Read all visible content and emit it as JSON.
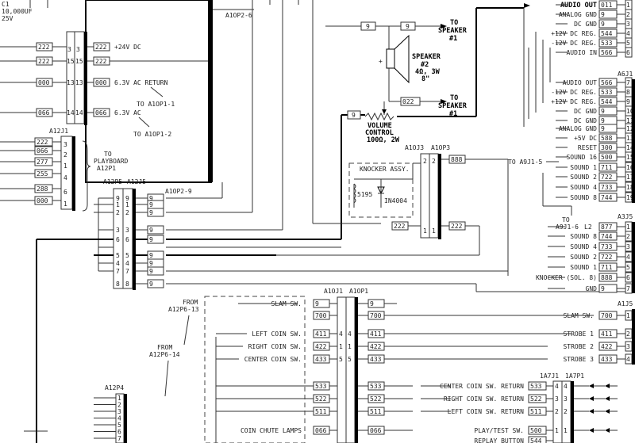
{
  "top_left": {
    "c1": "C1",
    "cap": "10,000UF",
    "volt": "25V"
  },
  "power": {
    "rows": [
      {
        "left": "222",
        "pins": [
          "3",
          "3"
        ],
        "right": "222",
        "label": "+24V DC"
      },
      {
        "left": "222",
        "pins": [
          "15",
          "15"
        ],
        "right": "222",
        "label": ""
      },
      {
        "left": "000",
        "pins": [
          "13",
          "13"
        ],
        "right": "000",
        "label": "6.3V AC RETURN"
      },
      {
        "left": "066",
        "pins": [
          "14",
          "14"
        ],
        "right": "066",
        "label": "6.3V AC"
      }
    ],
    "to_a1op1_1": "TO A1OP1-1",
    "to_a1op1_2": "TO A1OP1-2",
    "a1op2_6": "A1OP2-6"
  },
  "a12j1": {
    "title": "A12J1",
    "rows": [
      {
        "wire": "222",
        "pin": "3"
      },
      {
        "wire": "066",
        "pin": "2"
      },
      {
        "wire": "277",
        "pin": "1"
      },
      {
        "wire": "255",
        "pin": "4"
      },
      {
        "wire": "288",
        "pin": "6"
      },
      {
        "wire": "000",
        "pin": "1"
      }
    ],
    "to_playboard_1": "TO",
    "to_playboard_2": "PLAYBOARD",
    "to_playboard_3": "A12P1"
  },
  "a12p5": {
    "title_l": "A12P5",
    "title_r": "A12J5",
    "rows": [
      {
        "l": "9",
        "r": "9",
        "wire": "9",
        "bold": false
      },
      {
        "l": "1",
        "r": "1",
        "wire": "9",
        "bold": false
      },
      {
        "l": "2",
        "r": "2",
        "wire": "9",
        "bold": false
      },
      {
        "l": "3",
        "r": "3",
        "wire": "9",
        "bold": false
      },
      {
        "l": "6",
        "r": "6",
        "wire": "9",
        "bold": true
      },
      {
        "l": "5",
        "r": "5",
        "wire": "9",
        "bold": true
      },
      {
        "l": "4",
        "r": "4",
        "wire": "9",
        "bold": false
      },
      {
        "l": "7",
        "r": "7",
        "wire": "9",
        "bold": false
      },
      {
        "l": "8",
        "r": "8",
        "wire": "9",
        "bold": false
      }
    ],
    "a1op2_9": "A1OP2-9"
  },
  "speaker": {
    "wire_a": "9",
    "wire_b": "9",
    "wire_c": "022",
    "to_speaker_1a": "TO",
    "to_speaker_1b": "SPEAKER",
    "to_speaker_1c": "#1",
    "to_speaker_2a": "TO",
    "to_speaker_2b": "SPEAKER",
    "to_speaker_2c": "#1",
    "spk_name": "SPEAKER",
    "spk_num": "#2",
    "spk_spec": "4Ω, 3W",
    "spk_size": "8\"",
    "vol_wire": "9",
    "vol_1": "VOLUME",
    "vol_2": "CONTROL",
    "vol_3": "100Ω, 2W"
  },
  "knocker": {
    "conn_l": "A1OJ3",
    "conn_r": "A1OP3",
    "title": "KNOCKER ASSY.",
    "coil": "5195",
    "diode": "IN4004",
    "wire_top": "888",
    "wire_bot_l": "222",
    "wire_bot_r": "222",
    "pins_top": [
      "2",
      "2"
    ],
    "pins_bot": [
      "1",
      "1"
    ]
  },
  "a6j1": {
    "title": "A6J1",
    "top": [
      {
        "label": "AUDIO OUT",
        "wire": "011",
        "pin": "1"
      },
      {
        "label": "ANALOG GND",
        "wire": "9",
        "pin": "2"
      },
      {
        "label": "DC GND",
        "wire": "9",
        "pin": "3"
      },
      {
        "label": "+12V DC REG.",
        "wire": "544",
        "pin": "4"
      },
      {
        "label": "-12V DC REG.",
        "wire": "533",
        "pin": "5"
      },
      {
        "label": "AUDIO IN",
        "wire": "566",
        "pin": "6"
      }
    ],
    "mid": [
      {
        "label": "AUDIO OUT",
        "wire": "566",
        "pin": "7"
      },
      {
        "label": "-12V DC REG.",
        "wire": "533",
        "pin": "8"
      },
      {
        "label": "+12V DC REG.",
        "wire": "544",
        "pin": "9"
      },
      {
        "label": "DC GND",
        "wire": "9",
        "pin": "10"
      },
      {
        "label": "DC GND",
        "wire": "9",
        "pin": "11"
      },
      {
        "label": "ANALOG GND",
        "wire": "9",
        "pin": "12"
      },
      {
        "label": "+5V DC",
        "wire": "588",
        "pin": "13"
      },
      {
        "label": "RESET",
        "wire": "300",
        "pin": "14"
      },
      {
        "label": "SOUND 16",
        "wire": "500",
        "pin": "15"
      },
      {
        "label": "SOUND 1",
        "wire": "711",
        "pin": "16"
      },
      {
        "label": "SOUND 2",
        "wire": "722",
        "pin": "17"
      },
      {
        "label": "SOUND 4",
        "wire": "733",
        "pin": "18"
      },
      {
        "label": "SOUND 8",
        "wire": "744",
        "pin": "19"
      }
    ],
    "to_a9j1_5": "TO A9J1-5",
    "to_a9j1_6a": "TO",
    "to_a9j1_6b": "A9J1-6",
    "l2": "L2"
  },
  "a3j5": {
    "title": "A3J5",
    "rows": [
      {
        "label": "",
        "wire": "877",
        "pin": "1"
      },
      {
        "label": "SOUND 8",
        "wire": "744",
        "pin": "2"
      },
      {
        "label": "SOUND 4",
        "wire": "733",
        "pin": "3"
      },
      {
        "label": "SOUND 2",
        "wire": "722",
        "pin": "4"
      },
      {
        "label": "SOUND 1",
        "wire": "711",
        "pin": "5"
      },
      {
        "label": "KNOCKER (SOL. 8)",
        "wire": "888",
        "pin": "6"
      },
      {
        "label": "GND",
        "wire": "9",
        "pin": "7"
      }
    ]
  },
  "a1j5": {
    "title": "A1J5",
    "rows": [
      {
        "label": "SLAM SW.",
        "wire": "700",
        "pin": "1"
      },
      {
        "label": "STROBE 1",
        "wire": "411",
        "pin": "2"
      },
      {
        "label": "STROBE 2",
        "wire": "422",
        "pin": "3"
      },
      {
        "label": "STROBE 3",
        "wire": "433",
        "pin": "4"
      }
    ]
  },
  "a10j1": {
    "title_l": "A1OJ1",
    "title_r": "A1OP1",
    "rows": [
      {
        "left_label": "SLAM SW.",
        "lw": "9",
        "pl": "",
        "pr": "",
        "rw": "9"
      },
      {
        "left_label": "",
        "lw": "700",
        "pl": "",
        "pr": "",
        "rw": "700"
      },
      {
        "left_label": "LEFT COIN SW.",
        "lw": "411",
        "pl": "4",
        "pr": "4",
        "rw": "411"
      },
      {
        "left_label": "RIGHT COIN SW.",
        "lw": "422",
        "pl": "1",
        "pr": "1",
        "rw": "422"
      },
      {
        "left_label": "CENTER COIN SW.",
        "lw": "433",
        "pl": "5",
        "pr": "5",
        "rw": "433"
      },
      {
        "left_label": "",
        "lw": "533",
        "pl": "",
        "pr": "",
        "rw": "533"
      },
      {
        "left_label": "",
        "lw": "522",
        "pl": "",
        "pr": "",
        "rw": "522"
      },
      {
        "left_label": "",
        "lw": "511",
        "pl": "",
        "pr": "",
        "rw": "511"
      },
      {
        "left_label": "COIN CHUTE LAMPS",
        "lw": "066",
        "pl": "",
        "pr": "",
        "rw": "066"
      }
    ],
    "from_1a": "FROM",
    "from_1b": "A12P6-13",
    "from_2a": "FROM",
    "from_2b": "A12P6-14"
  },
  "a7j1": {
    "title_l": "1A7J1",
    "title_r": "1A7P1",
    "rows": [
      {
        "label": "CENTER COIN SW. RETURN",
        "wire": "533",
        "pl": "4",
        "pr": "4"
      },
      {
        "label": "RIGHT COIN SW. RETURN",
        "wire": "522",
        "pl": "3",
        "pr": "3"
      },
      {
        "label": "LEFT COIN SW. RETURN",
        "wire": "511",
        "pl": "2",
        "pr": "2"
      },
      {
        "label": "PLAY/TEST SW.",
        "wire": "500",
        "pl": "1",
        "pr": "1"
      },
      {
        "label": "REPLAY BUTTON",
        "wire": "544",
        "pl": "",
        "pr": ""
      }
    ]
  },
  "a12p4": {
    "title": "A12P4",
    "pins": [
      "1",
      "2",
      "3",
      "4",
      "5",
      "6",
      "7"
    ]
  }
}
